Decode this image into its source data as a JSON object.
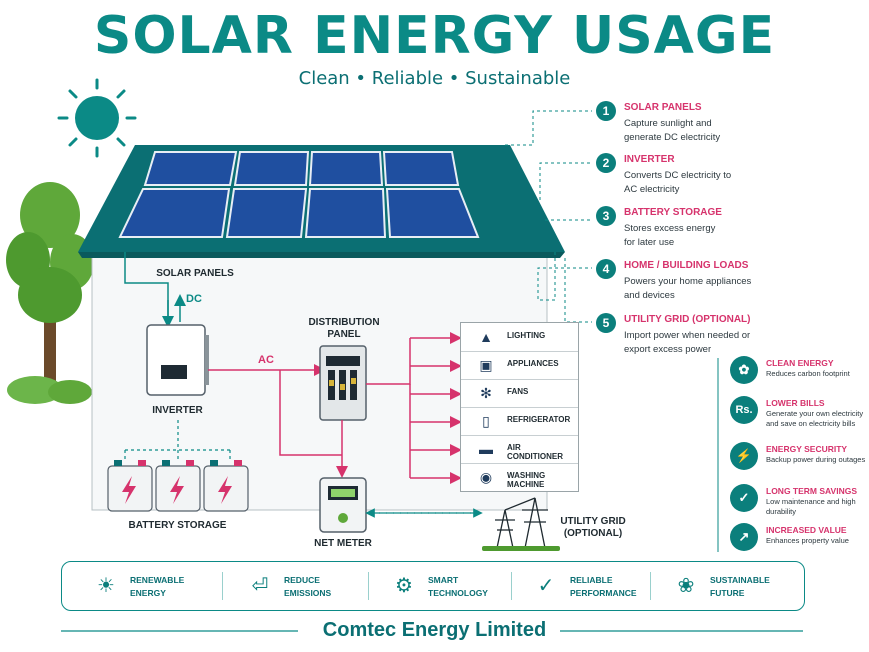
{
  "title": "SOLAR ENERGY USAGE",
  "subtitle": "Clean  •  Reliable  •  Sustainable",
  "diagram": {
    "solar_panels": "SOLAR PANELS",
    "dc": "DC",
    "ac": "AC",
    "inverter": "INVERTER",
    "battery_storage": "BATTERY STORAGE",
    "distribution_panel": "DISTRIBUTION PANEL",
    "net_meter": "NET METER",
    "utility_grid": "UTILITY GRID (OPTIONAL)"
  },
  "loads": [
    {
      "label": "LIGHTING",
      "icon": "lamp-icon"
    },
    {
      "label": "APPLIANCES",
      "icon": "tv-icon"
    },
    {
      "label": "FANS",
      "icon": "fan-icon"
    },
    {
      "label": "REFRIGERATOR",
      "icon": "fridge-icon"
    },
    {
      "label": "AIR CONDITIONER",
      "icon": "ac-unit-icon"
    },
    {
      "label": "WASHING MACHINE",
      "icon": "washer-icon"
    }
  ],
  "steps": [
    {
      "num": "1",
      "title": "SOLAR PANELS",
      "desc": "Capture sunlight and generate DC electricity"
    },
    {
      "num": "2",
      "title": "INVERTER",
      "desc": "Converts DC electricity to AC electricity"
    },
    {
      "num": "3",
      "title": "BATTERY STORAGE",
      "desc": "Stores excess energy for later use"
    },
    {
      "num": "4",
      "title": "HOME / BUILDING LOADS",
      "desc": "Powers your home appliances and devices"
    },
    {
      "num": "5",
      "title": "UTILITY GRID (OPTIONAL)",
      "desc": "Import power when needed or export excess power"
    }
  ],
  "benefits": [
    {
      "title": "CLEAN ENERGY",
      "desc": "Reduces carbon footprint",
      "icon": "leaf-icon"
    },
    {
      "title": "LOWER BILLS",
      "desc": "Generate your own electricity and save on electricity bills",
      "icon": "rupee-icon",
      "glyph": "Rs."
    },
    {
      "title": "ENERGY SECURITY",
      "desc": "Backup power during outages",
      "icon": "battery-icon"
    },
    {
      "title": "LONG TERM SAVINGS",
      "desc": "Low maintenance and high durability",
      "icon": "shield-check-icon"
    },
    {
      "title": "INCREASED VALUE",
      "desc": "Enhances property value",
      "icon": "growth-chart-icon"
    }
  ],
  "footer": [
    {
      "label": "RENEWABLE ENERGY",
      "icon": "sun-icon"
    },
    {
      "label": "REDUCE EMISSIONS",
      "icon": "plug-leaf-icon"
    },
    {
      "label": "SMART TECHNOLOGY",
      "icon": "gear-icon"
    },
    {
      "label": "RELIABLE PERFORMANCE",
      "icon": "shield-check-icon"
    },
    {
      "label": "SUSTAINABLE FUTURE",
      "icon": "hand-plant-icon"
    }
  ],
  "company": "Comtec Energy Limited",
  "colors": {
    "teal": "#0b8a86",
    "pink": "#d6336c",
    "panel": "#1f4fa0"
  }
}
